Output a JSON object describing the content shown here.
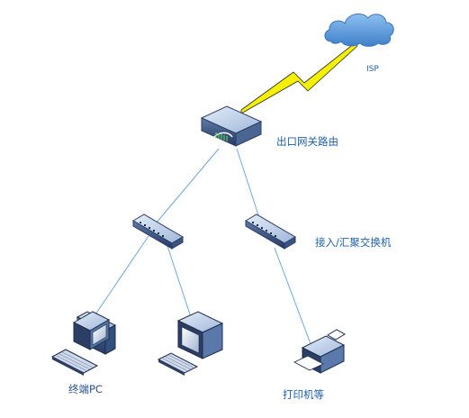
{
  "nodes": {
    "isp": {
      "label": "ISP",
      "icon": "cloud-icon"
    },
    "router": {
      "label": "出口网关路由",
      "icon": "router-icon"
    },
    "switch": {
      "label": "接入/汇聚交换机",
      "icon": "switch-icon"
    },
    "pc": {
      "label": "终端PC",
      "icon": "desktop-computer-icon"
    },
    "printer": {
      "label": "打印机等",
      "icon": "printer-icon"
    }
  },
  "colors": {
    "label": "#1f5fa8",
    "link": "#6fa8dc",
    "cloud": "#4f8fd6",
    "lightning": "#f4f000",
    "device_dark": "#2c3e63",
    "device_light": "#a9bfe0"
  }
}
